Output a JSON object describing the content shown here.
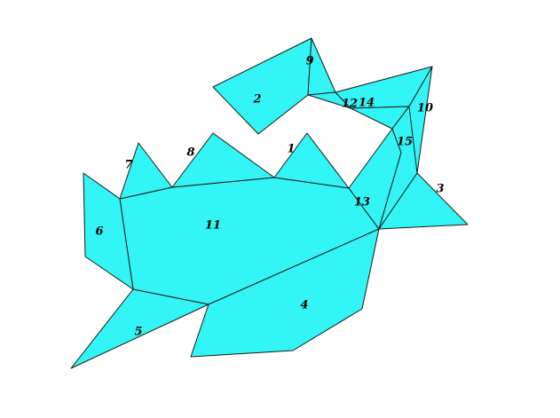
{
  "colors": {
    "fill": "#33f5f5",
    "stroke": "#1a1a1a",
    "background": "#ffffff",
    "label": "#000000"
  },
  "labels": {
    "p1": "1",
    "p2": "2",
    "p3": "3",
    "p4": "4",
    "p5": "5",
    "p6": "6",
    "p7": "7",
    "p8": "8",
    "p9": "9",
    "p10": "10",
    "p11": "11",
    "p12": "12",
    "p13": "13",
    "p14": "14",
    "p15": "15"
  }
}
